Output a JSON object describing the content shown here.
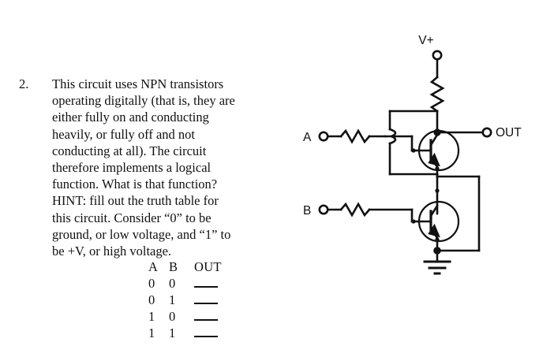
{
  "question": {
    "number": "2.",
    "text": "This circuit uses NPN transistors operating digitally (that is, they are either fully on and conducting heavily, or fully off and not conducting at all). The circuit therefore implements a logical function. What is that function? HINT: fill out the truth table for this circuit. Consider “0” to be ground, or low voltage, and “1” to be +V, or high voltage."
  },
  "truth_table": {
    "headers": [
      "A",
      "B",
      "OUT"
    ],
    "rows": [
      {
        "a": "0",
        "b": "0",
        "out": ""
      },
      {
        "a": "0",
        "b": "1",
        "out": ""
      },
      {
        "a": "1",
        "b": "0",
        "out": ""
      },
      {
        "a": "1",
        "b": "1",
        "out": ""
      }
    ]
  },
  "circuit": {
    "labels": {
      "supply": "V+",
      "output": "OUT",
      "input_a": "A",
      "input_b": "B"
    },
    "components": {
      "pullup_resistor": "resistor",
      "base_resistor_a": "resistor",
      "base_resistor_b": "resistor",
      "transistor_top": "npn-transistor",
      "transistor_bottom": "npn-transistor",
      "ground": "ground-symbol"
    },
    "stroke_color": "#111111"
  }
}
